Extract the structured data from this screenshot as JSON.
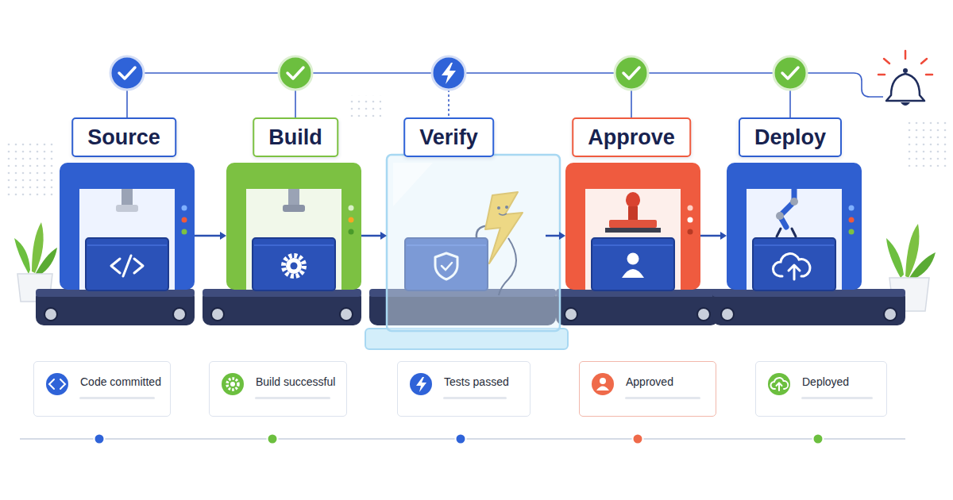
{
  "diagram": {
    "nodes": [
      {
        "text": [
          "Source"
        ]
      },
      {
        "text": [
          "Build"
        ]
      },
      {
        "text": [
          "Verify"
        ]
      },
      {
        "text": [
          "Approve"
        ]
      },
      {
        "text": [
          "Deploy"
        ]
      },
      {
        "text": [
          "Code committed"
        ]
      },
      {
        "text": [
          "Build successful"
        ]
      },
      {
        "text": [
          "Tests passed"
        ]
      },
      {
        "text": [
          "Approved"
        ]
      },
      {
        "text": [
          "Deployed"
        ]
      }
    ],
    "edges": [
      {
        "from": 0,
        "to": 1,
        "arrow": "to"
      },
      {
        "from": 1,
        "to": 2,
        "arrow": "to"
      },
      {
        "from": 2,
        "to": 3,
        "arrow": "to"
      },
      {
        "from": 3,
        "to": 4,
        "arrow": "to"
      }
    ]
  }
}
